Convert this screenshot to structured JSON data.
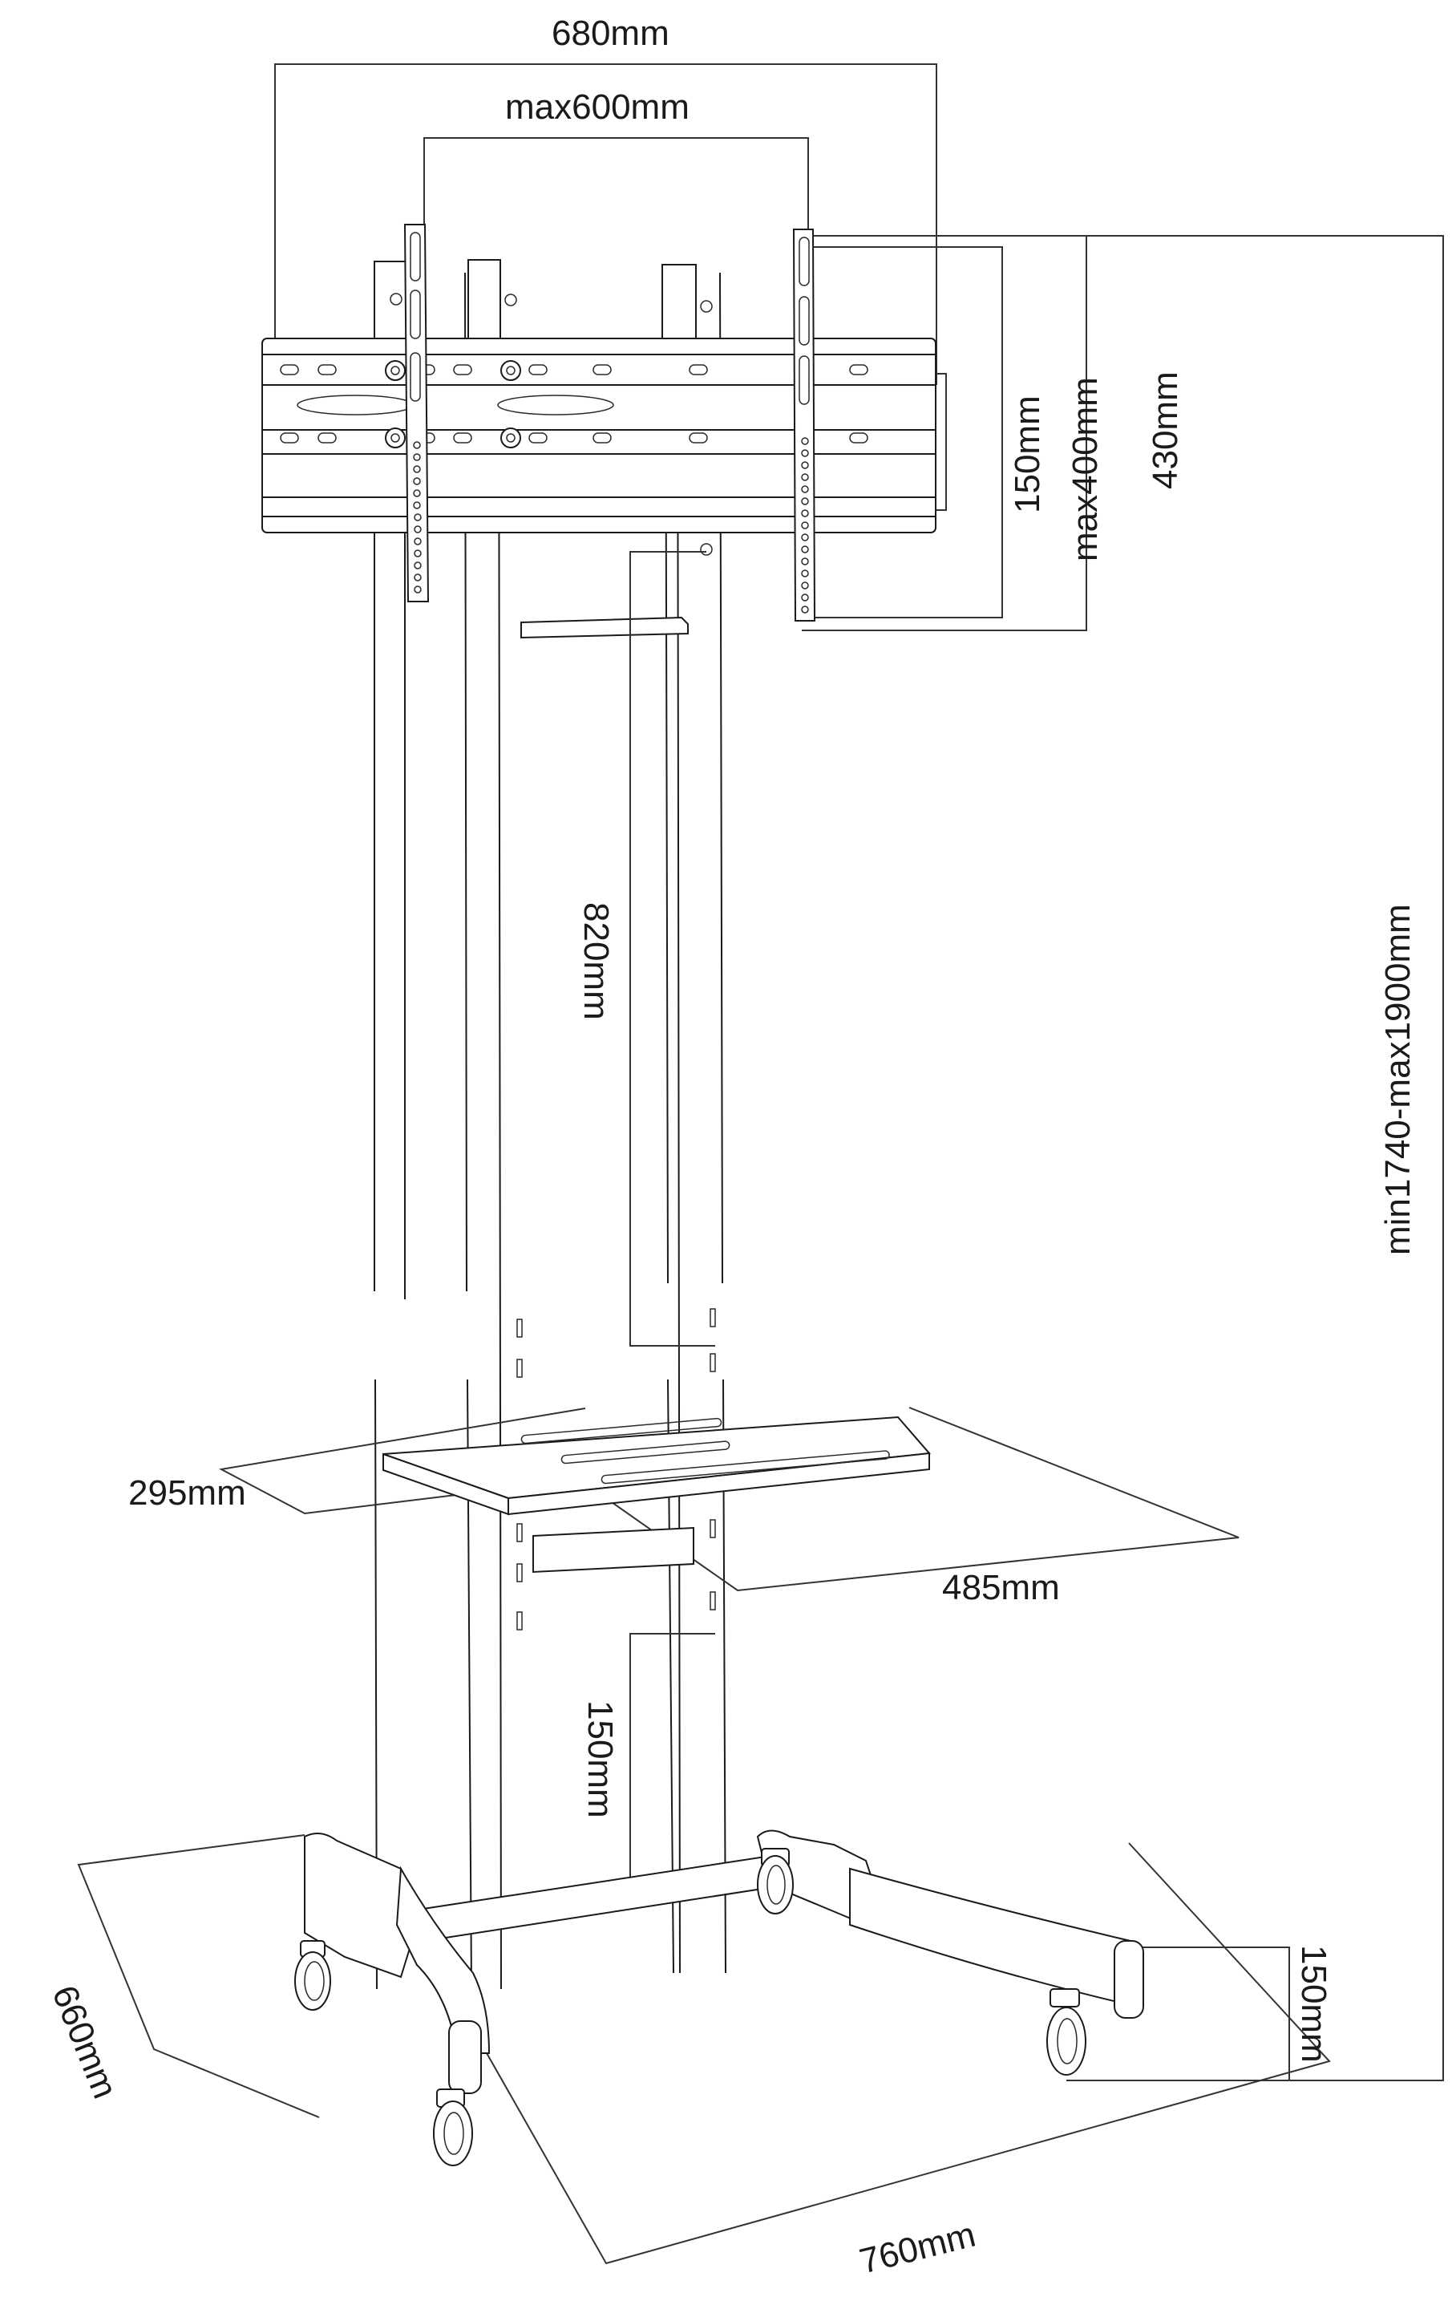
{
  "diagram": {
    "subject": "Mobile TV cart / floor stand with VESA mount bracket, AV shelf and castor base",
    "stroke_color": "#1a1a1a",
    "background_color": "#ffffff"
  },
  "dimensions": {
    "mount_total_width": "680mm",
    "vesa_max_width": "max600mm",
    "rail_height": "150mm",
    "vesa_max_height": "max400mm",
    "bracket_height": "430mm",
    "overall_height": "min1740-max1900mm",
    "column_adjust_upper": "820mm",
    "shelf_depth": "295mm",
    "shelf_width": "485mm",
    "column_adjust_lower": "150mm",
    "base_clearance": "150mm",
    "base_depth": "660mm",
    "base_width": "760mm"
  }
}
